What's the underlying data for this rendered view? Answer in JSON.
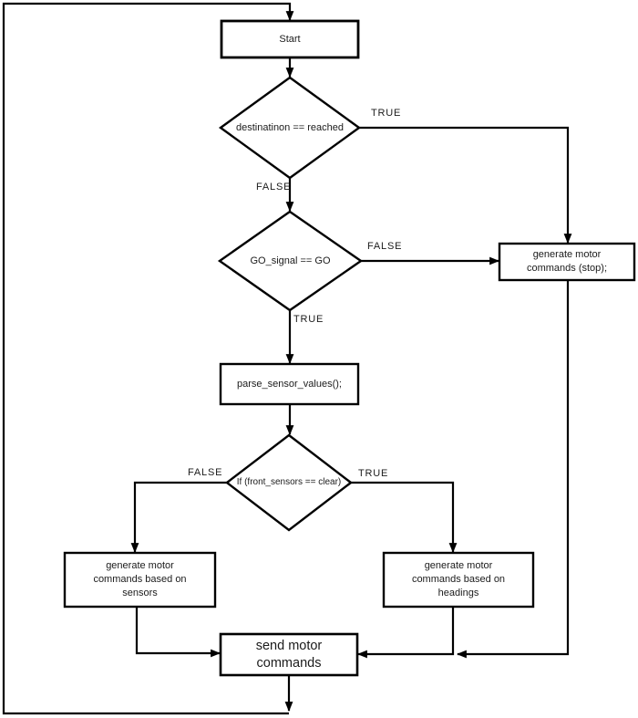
{
  "flowchart": {
    "nodes": {
      "start": {
        "label": "Start",
        "type": "process"
      },
      "destination_check": {
        "label": "destinatinon == reached",
        "type": "decision"
      },
      "go_signal_check": {
        "label": "GO_signal == GO",
        "type": "decision"
      },
      "stop_command": {
        "label": "generate motor commands (stop);",
        "type": "process"
      },
      "parse_sensors": {
        "label": "parse_sensor_values();",
        "type": "process"
      },
      "front_sensors_check": {
        "label": "If (front_sensors == clear)",
        "type": "decision"
      },
      "sensor_command": {
        "label": "generate motor commands based on sensors",
        "type": "process"
      },
      "heading_command": {
        "label": "generate motor commands based on headings",
        "type": "process"
      },
      "send_command": {
        "label": "send motor commands",
        "type": "process"
      }
    },
    "edge_labels": {
      "destination_true": "TRUE",
      "destination_false": "FALSE",
      "go_false": "FALSE",
      "go_true": "TRUE",
      "front_false": "FALSE",
      "front_true": "TRUE"
    },
    "colors": {
      "line": "#000000",
      "node_border": "#000000",
      "node_fill": "#ffffff",
      "text": "#1b1b1b",
      "background": "#ffffff"
    }
  }
}
